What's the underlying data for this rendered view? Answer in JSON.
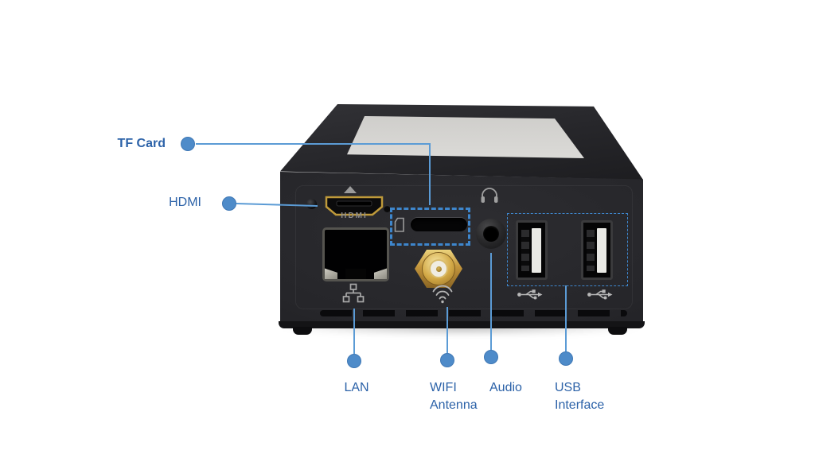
{
  "diagram_title": "device-rear-port-callout-diagram",
  "colors": {
    "background": "#ffffff",
    "callout_line": "#5B9BD5",
    "callout_dot": "#4E8BC9",
    "label_text": "#2C62A8",
    "dashed_highlight": "#3E86CC",
    "device_body": "#232327",
    "screen": "#d7d6d3",
    "antenna_gold": "#d4a843"
  },
  "annotations": {
    "tf_card": {
      "label": "TF Card"
    },
    "hdmi": {
      "label": "HDMI"
    },
    "lan": {
      "label": "LAN"
    },
    "wifi_antenna": {
      "label_line1": "WIFI",
      "label_line2": "Antenna"
    },
    "audio": {
      "label": "Audio"
    },
    "usb_interface": {
      "label_line1": "USB",
      "label_line2": "Interface"
    }
  },
  "device": {
    "hdmi_logo_text": "HDMI",
    "ports": [
      "mini-hdmi",
      "rj45-lan",
      "tf-card-slot",
      "sma-wifi-antenna",
      "audio-jack-3.5mm",
      "usb-a-port-1",
      "usb-a-port-2"
    ],
    "icons": [
      "up-triangle-icon",
      "headphone-icon",
      "lan-network-icon",
      "wifi-signal-icon",
      "usb-trident-icon",
      "tf-card-icon"
    ]
  }
}
